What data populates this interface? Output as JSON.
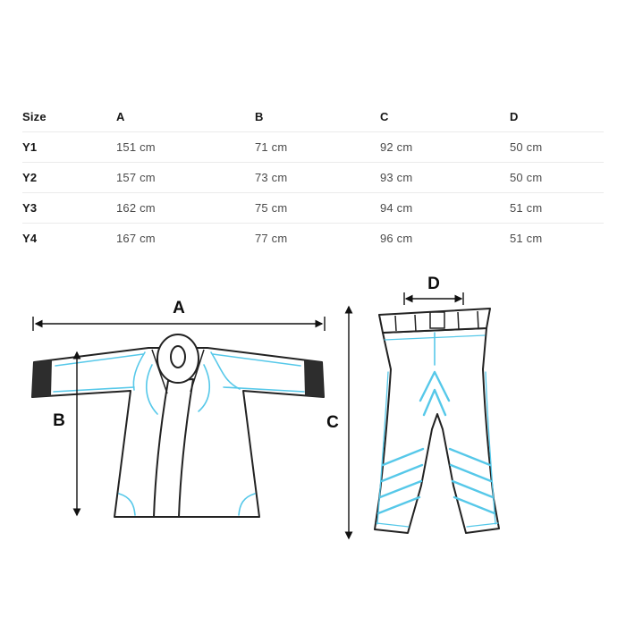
{
  "table": {
    "columns": [
      "Size",
      "A",
      "B",
      "C",
      "D"
    ],
    "rows": [
      [
        "Y1",
        "151 cm",
        "71 cm",
        "92 cm",
        "50 cm"
      ],
      [
        "Y2",
        "157 cm",
        "73 cm",
        "93 cm",
        "50 cm"
      ],
      [
        "Y3",
        "162 cm",
        "75 cm",
        "94 cm",
        "51 cm"
      ],
      [
        "Y4",
        "167 cm",
        "77 cm",
        "96 cm",
        "51 cm"
      ]
    ]
  },
  "diagram": {
    "jacket": {
      "width_label": "A",
      "height_label": "B"
    },
    "pants": {
      "length_label": "C",
      "waist_label": "D"
    },
    "colors": {
      "outline": "#222222",
      "accent": "#56c8e9",
      "cuff": "#2d2d2d"
    }
  }
}
